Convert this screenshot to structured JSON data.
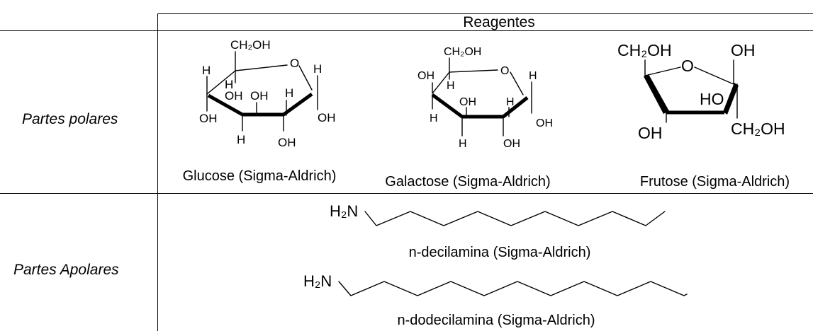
{
  "table": {
    "header": "Reagentes",
    "rows": [
      {
        "label": "Partes polares"
      },
      {
        "label": "Partes Apolares"
      }
    ]
  },
  "polar": {
    "glucose": {
      "caption": "Glucose (Sigma-Aldrich)",
      "labels": {
        "ch2oh": "CH₂OH",
        "o": "O",
        "h_left": "H",
        "h_right": "H",
        "h_c4": "H",
        "oh_c4": "OH",
        "oh_c3": "OH",
        "h_c2": "H",
        "oh_c1": "OH",
        "oh_left": "OH",
        "h_bot1": "H",
        "oh_bot2": "OH"
      }
    },
    "galactose": {
      "caption": "Galactose (Sigma-Aldrich)",
      "labels": {
        "ch2oh": "CH₂OH",
        "o": "O",
        "oh_left": "OH",
        "h_c4": "H",
        "h_right": "H",
        "h_c5": "H",
        "oh_c3": "OH",
        "h_c2": "H",
        "oh_c1": "OH",
        "h_bot1": "H",
        "oh_bot2": "OH"
      }
    },
    "frutose": {
      "caption": "Frutose (Sigma-Aldrich)",
      "labels": {
        "ch2oh_top": "CH₂OH",
        "o": "O",
        "oh_top": "OH",
        "ho": "HO",
        "oh_bot": "OH",
        "ch2oh_bot": "CH₂OH"
      }
    }
  },
  "apolar": {
    "decilamina": {
      "group": "H₂N",
      "caption": "n-decilamina (Sigma-Aldrich)"
    },
    "dodecilamina": {
      "group": "H₂N",
      "caption": "n-dodecilamina (Sigma-Aldrich)"
    }
  }
}
